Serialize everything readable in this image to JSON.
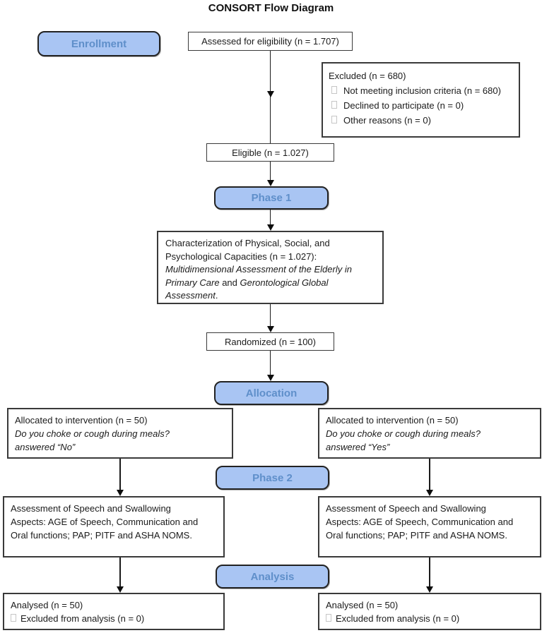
{
  "title": "CONSORT Flow Diagram",
  "colors": {
    "stage_fill": "#a9c5f3",
    "stage_text": "#5f8fca",
    "box_border": "#3a3a3a",
    "arrow": "#0d0d0d"
  },
  "stages": {
    "enrollment": "Enrollment",
    "phase1": "Phase 1",
    "allocation": "Allocation",
    "phase2": "Phase 2",
    "analysis": "Analysis"
  },
  "assessed": {
    "label": "Assessed for eligibility (n = 1.707)"
  },
  "excluded": {
    "title": "Excluded (n = 680)",
    "items": [
      "Not meeting inclusion criteria (n = 680)",
      "Declined to participate (n = 0)",
      "Other reasons (n = 0)"
    ]
  },
  "eligible": {
    "label": "Eligible (n = 1.027)"
  },
  "characterization": {
    "part1": "Characterization of Physical, Social, and Psychological Capacities (n = 1.027): ",
    "italic1": "Multidimensional Assessment of the Elderly in Primary Care",
    "part2": " and ",
    "italic2": "Gerontological Global Assessment",
    "part3": "."
  },
  "randomized": {
    "label": "Randomized (n = 100)"
  },
  "allocation_left": {
    "line1": "Allocated to intervention (n = 50)",
    "line2": "Do you choke or cough during meals?",
    "line3": "answered “No”"
  },
  "allocation_right": {
    "line1": "Allocated to intervention (n = 50)",
    "line2": "Do you choke or cough during meals?",
    "line3": "answered “Yes”"
  },
  "assessment_left": {
    "line1": "Assessment of Speech and Swallowing",
    "line2": "Aspects: AGE of Speech, Communication and",
    "line3": "Oral functions; PAP; PITF and ASHA NOMS."
  },
  "assessment_right": {
    "line1": "Assessment of Speech and Swallowing",
    "line2": "Aspects: AGE of Speech, Communication and",
    "line3": "Oral functions; PAP; PITF and ASHA NOMS."
  },
  "analysed_left": {
    "line1": "Analysed (n = 50)",
    "line2": "Excluded from analysis (n = 0)"
  },
  "analysed_right": {
    "line1": "Analysed (n = 50)",
    "line2": "Excluded from analysis (n = 0)"
  }
}
